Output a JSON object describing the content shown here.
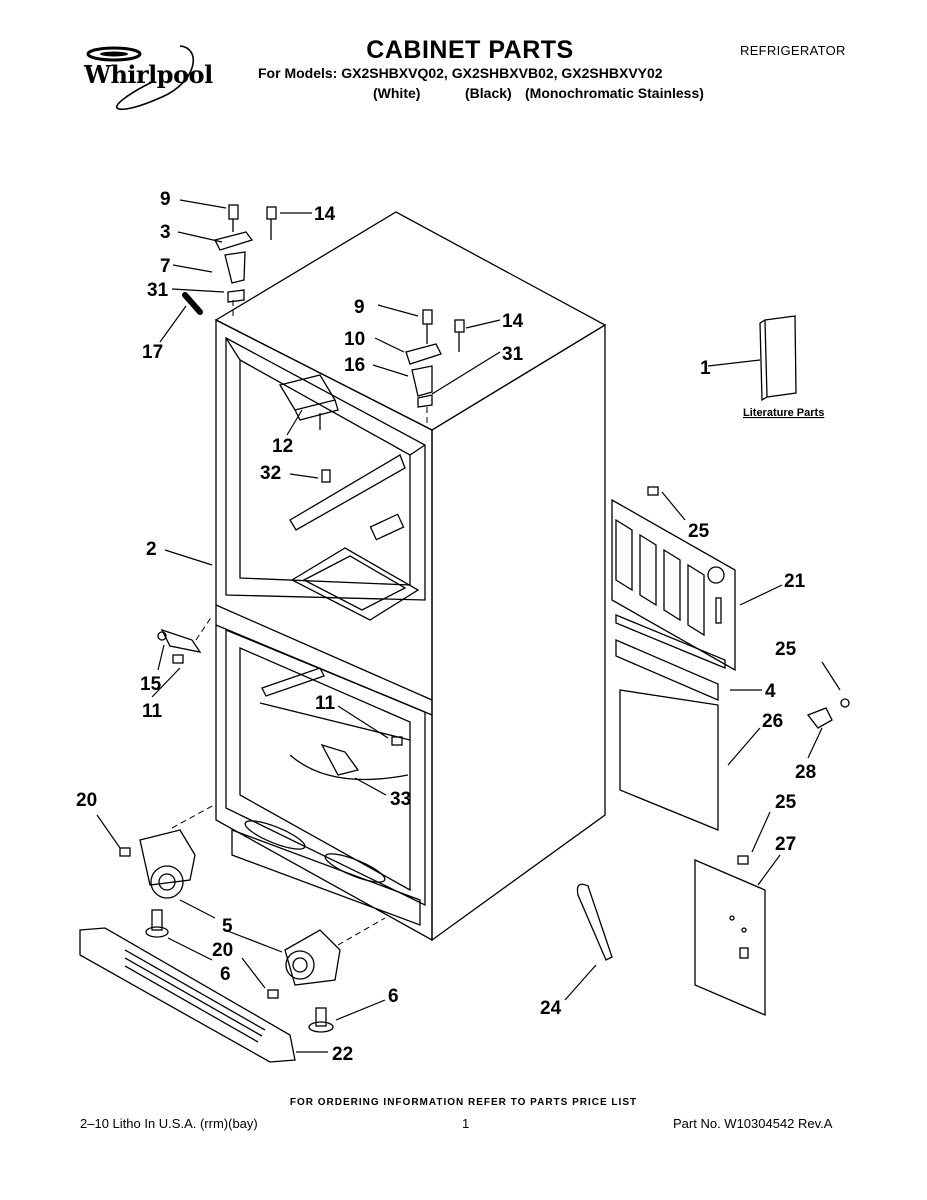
{
  "header": {
    "brand": "Whirlpool",
    "title": "CABINET PARTS",
    "category": "REFRIGERATOR",
    "models_line": "For Models: GX2SHBXVQ02, GX2SHBXVB02, GX2SHBXVY02",
    "variants": [
      "(White)",
      "(Black)",
      "(Monochromatic Stainless)"
    ]
  },
  "diagram": {
    "literature_label": "Literature Parts",
    "callouts": {
      "c9a": "9",
      "c3": "3",
      "c7": "7",
      "c31a": "31",
      "c17": "17",
      "c14a": "14",
      "c9b": "9",
      "c10": "10",
      "c16": "16",
      "c14b": "14",
      "c31b": "31",
      "c12": "12",
      "c32": "32",
      "c2": "2",
      "c1": "1",
      "c25a": "25",
      "c21": "21",
      "c25b": "25",
      "c4": "4",
      "c26": "26",
      "c28": "28",
      "c25c": "25",
      "c27": "27",
      "c15": "15",
      "c11a": "11",
      "c11b": "11",
      "c33": "33",
      "c20a": "20",
      "c5": "5",
      "c20b": "20",
      "c6a": "6",
      "c6b": "6",
      "c22": "22",
      "c24": "24"
    }
  },
  "footer": {
    "ordering_note": "FOR ORDERING INFORMATION REFER TO PARTS PRICE LIST",
    "litho": "2–10 Litho In U.S.A. (rrm)(bay)",
    "page": "1",
    "part_no": "Part No. W10304542 Rev.A"
  }
}
